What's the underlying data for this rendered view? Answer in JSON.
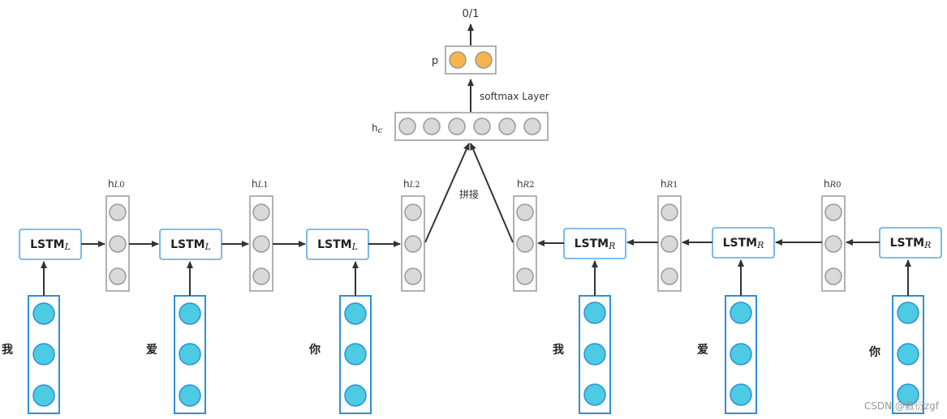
{
  "colors": {
    "arrow": "#333333",
    "lstm_border": "#5aa9e6",
    "embed_border": "#2f8fd8",
    "embed_fill": "#4ccbe3",
    "hidden_fill": "#d9d9d9",
    "hidden_border": "#999999",
    "output_fill": "#f7b44c"
  },
  "output": {
    "label": "0/1",
    "p_label": "p"
  },
  "softmax": {
    "label": "softmax Layer"
  },
  "hc": {
    "main": "h",
    "sub": "c"
  },
  "concat": {
    "label": "拼接"
  },
  "left": {
    "lstm": {
      "main": "LSTM",
      "sub": "L"
    },
    "words": [
      "我",
      "爱",
      "你"
    ],
    "hidden": [
      {
        "main": "h",
        "sub": "L",
        "num": "0"
      },
      {
        "main": "h",
        "sub": "L",
        "num": "1"
      },
      {
        "main": "h",
        "sub": "L",
        "num": "2"
      }
    ]
  },
  "right": {
    "lstm": {
      "main": "LSTM",
      "sub": "R"
    },
    "words": [
      "我",
      "爱",
      "你"
    ],
    "hidden": [
      {
        "main": "h",
        "sub": "R",
        "num": "2"
      },
      {
        "main": "h",
        "sub": "R",
        "num": "1"
      },
      {
        "main": "h",
        "sub": "R",
        "num": "0"
      }
    ]
  },
  "watermark": "CSDN @敷衍zgf"
}
